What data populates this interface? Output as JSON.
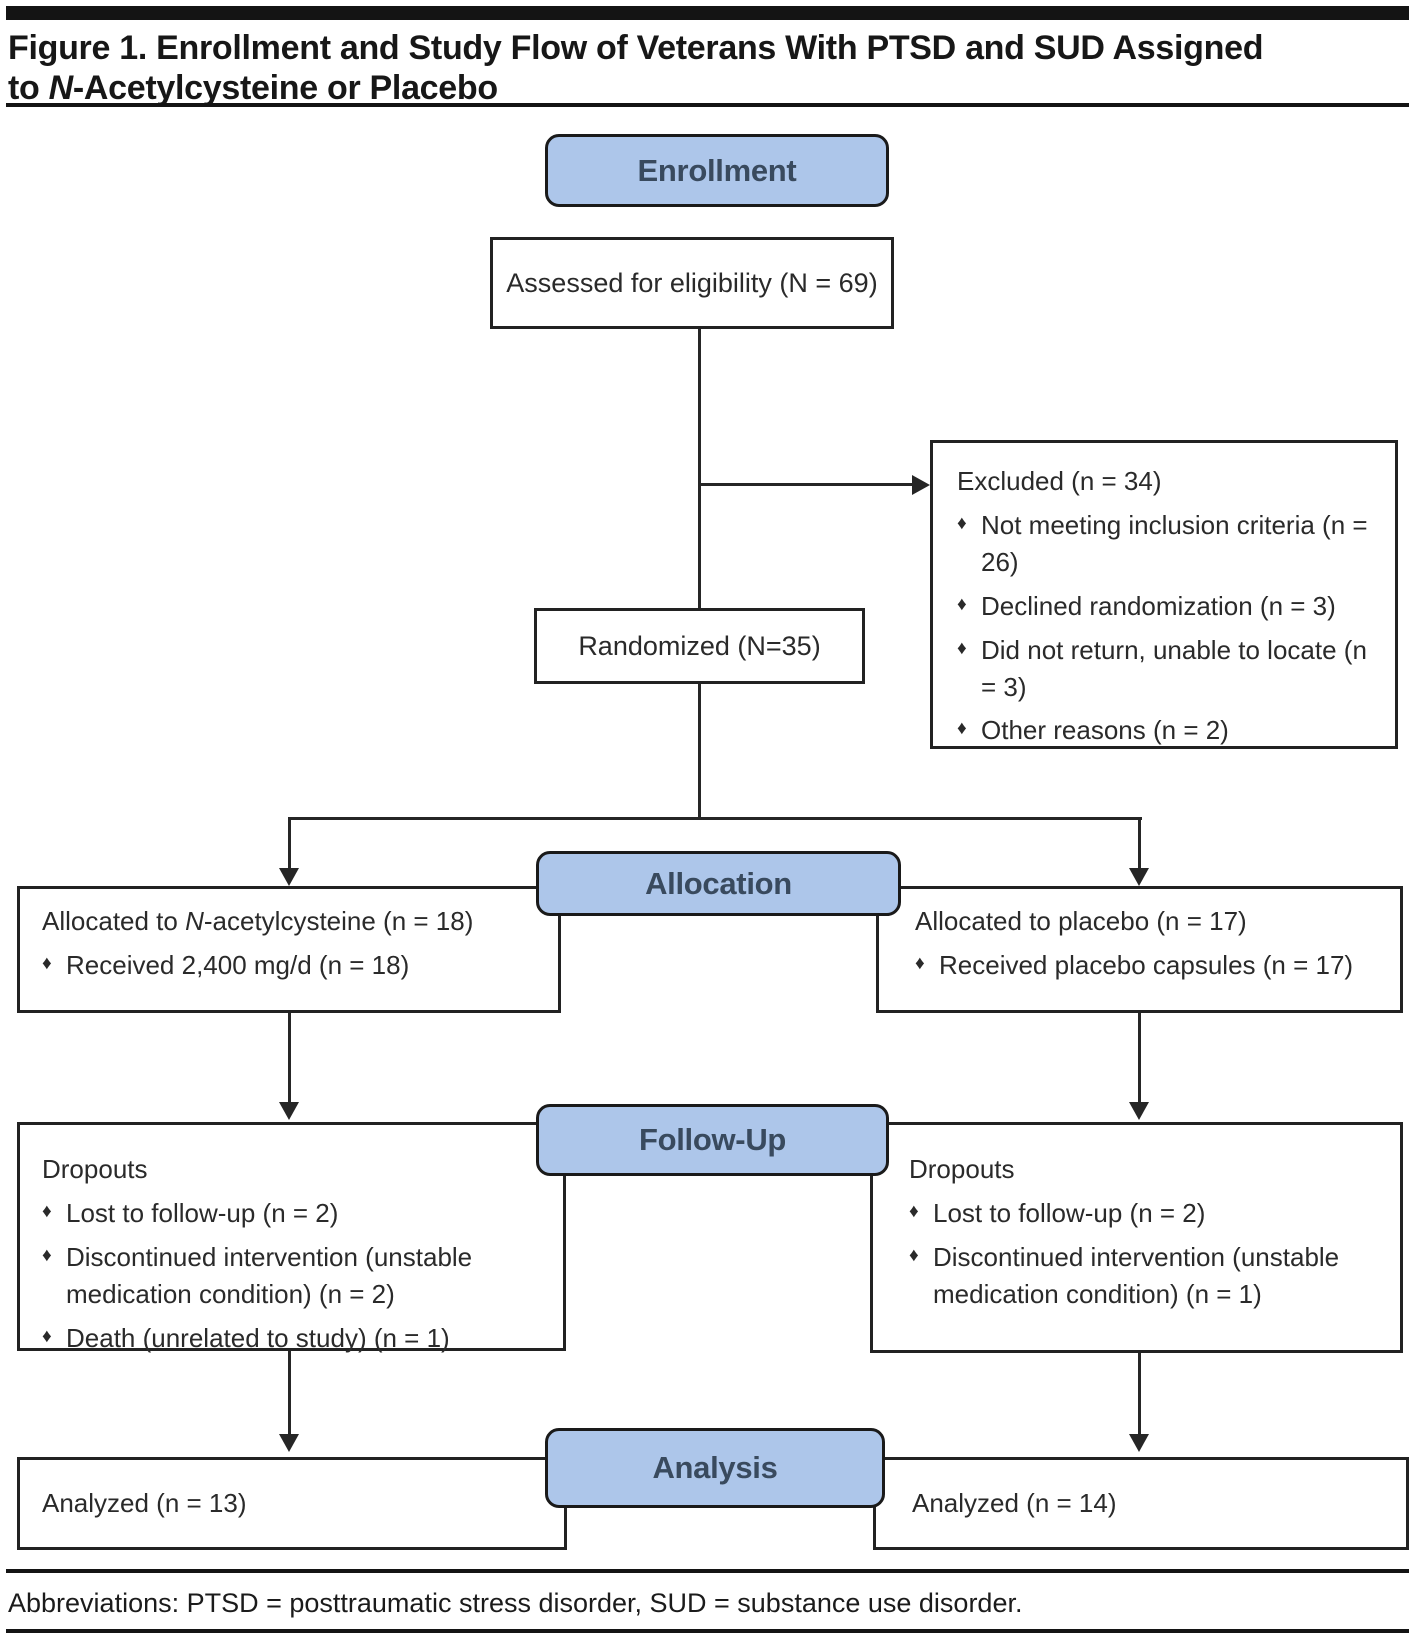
{
  "glyphs": {
    "bullet": "♦"
  },
  "colors": {
    "stage_fill": "#adc6ea",
    "stage_text": "#394a5e",
    "line": "#262626"
  },
  "figure": {
    "title_part1": "Figure 1. Enrollment and Study Flow of Veterans With PTSD and SUD Assigned to ",
    "title_italic": "N",
    "title_part2": "-Acetylcysteine or Placebo"
  },
  "stages": {
    "enrollment": "Enrollment",
    "allocation": "Allocation",
    "follow_up": "Follow-Up",
    "analysis": "Analysis"
  },
  "boxes": {
    "assessed": {
      "text": "Assessed for eligibility (N = 69)"
    },
    "randomized": {
      "text": "Randomized (N=35)"
    },
    "excluded": {
      "title": "Excluded (n = 34)",
      "items": [
        "Not meeting inclusion criteria (n = 26)",
        "Declined randomization (n = 3)",
        "Did not return, unable to locate (n = 3)",
        "Other reasons (n = 2)"
      ]
    },
    "alloc_left": {
      "line1_pre": "Allocated to ",
      "line1_italic": "N",
      "line1_post": "-acetylcysteine (n = 18)",
      "items": [
        "Received 2,400 mg/d (n = 18)"
      ]
    },
    "alloc_right": {
      "line1": "Allocated to placebo (n = 17)",
      "items": [
        "Received placebo capsules (n = 17)"
      ]
    },
    "fu_left": {
      "title": "Dropouts",
      "items": [
        "Lost to follow-up (n = 2)",
        "Discontinued intervention (unstable medication condition) (n = 2)",
        "Death (unrelated to study) (n = 1)"
      ]
    },
    "fu_right": {
      "title": "Dropouts",
      "items": [
        "Lost to follow-up (n = 2)",
        "Discontinued intervention (unstable medication condition) (n = 1)"
      ]
    },
    "analyzed_left": {
      "text": "Analyzed (n = 13)"
    },
    "analyzed_right": {
      "text": "Analyzed (n = 14)"
    }
  },
  "footer": {
    "abbreviations": "Abbreviations: PTSD = posttraumatic stress disorder, SUD = substance use disorder."
  }
}
